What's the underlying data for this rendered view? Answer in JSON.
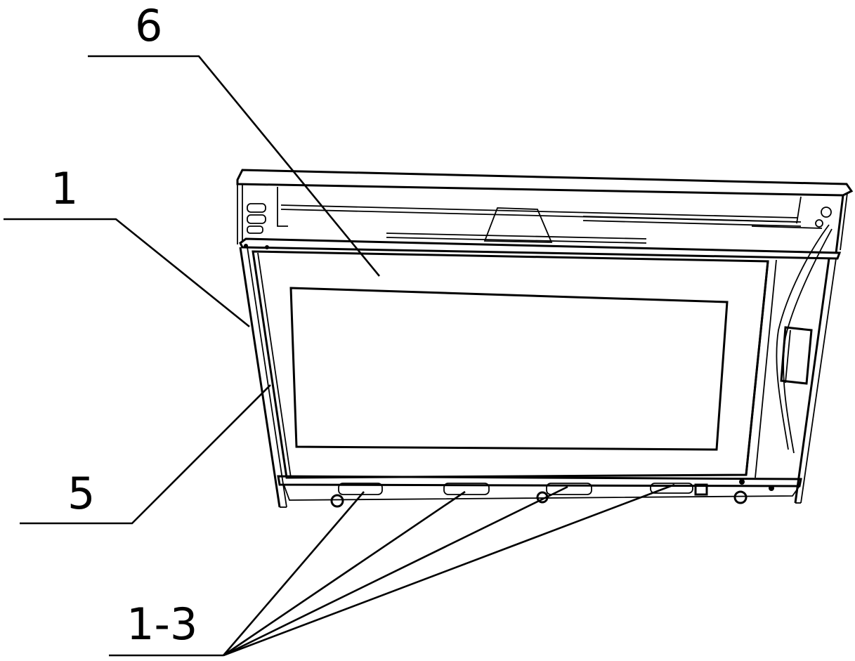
{
  "callouts": {
    "label_6": "6",
    "label_1": "1",
    "label_5": "5",
    "label_1_3": "1-3"
  }
}
